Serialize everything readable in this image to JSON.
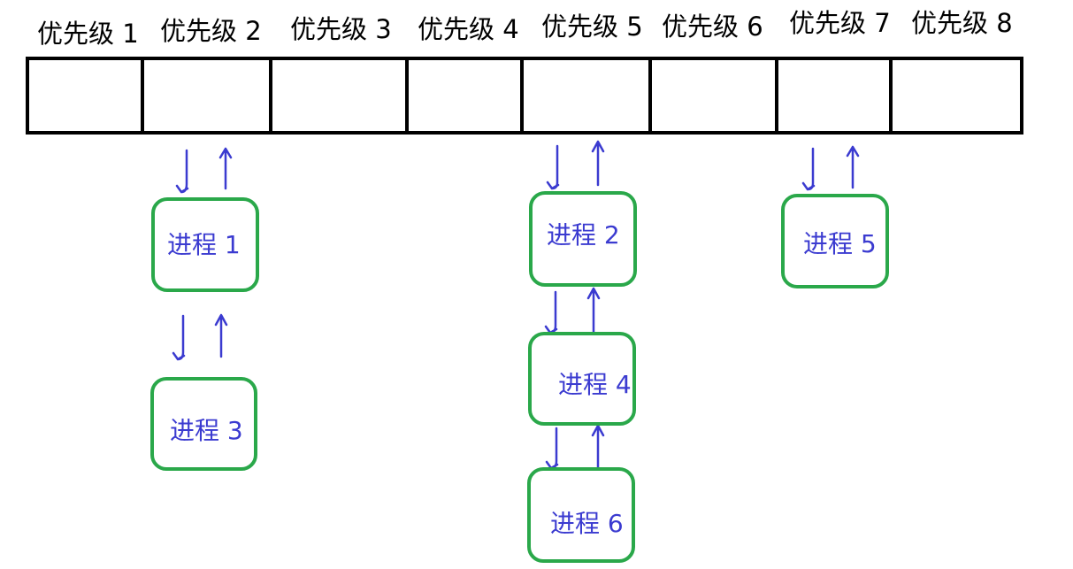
{
  "colors": {
    "queue_stroke": "#000000",
    "process_border": "#2aa84a",
    "process_text": "#3b3bd0",
    "arrow": "#3b3bd0"
  },
  "priority_queue": {
    "labels": [
      "优先级 1",
      "优先级 2",
      "优先级 3",
      "优先级 4",
      "优先级 5",
      "优先级 6",
      "优先级 7",
      "优先级 8"
    ]
  },
  "processes": {
    "p1": "进程 1",
    "p2": "进程 2",
    "p3": "进程 3",
    "p4": "进程 4",
    "p5": "进程 5",
    "p6": "进程 6"
  }
}
